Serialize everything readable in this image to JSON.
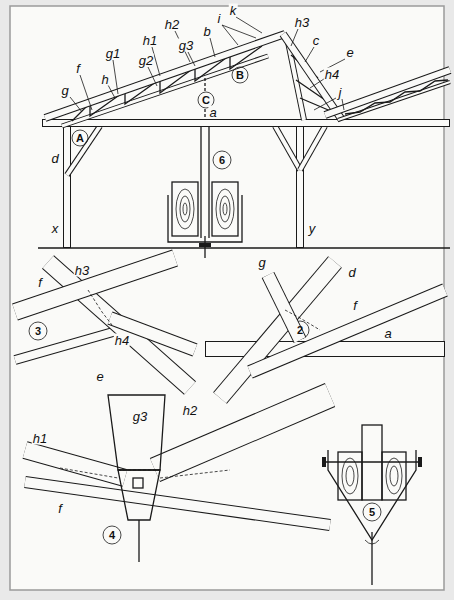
{
  "diagram": {
    "labels": [
      "f",
      "g",
      "g1",
      "h",
      "g2",
      "h1",
      "h2",
      "g3",
      "b",
      "i",
      "k",
      "h3",
      "c",
      "h4",
      "e",
      "j",
      "A",
      "B",
      "C",
      "a",
      "d",
      "x",
      "y",
      "6",
      "3",
      "h3",
      "f",
      "h4",
      "e",
      "2",
      "g",
      "d",
      "f",
      "a",
      "4",
      "g3",
      "h2",
      "h1",
      "f",
      "5"
    ]
  }
}
